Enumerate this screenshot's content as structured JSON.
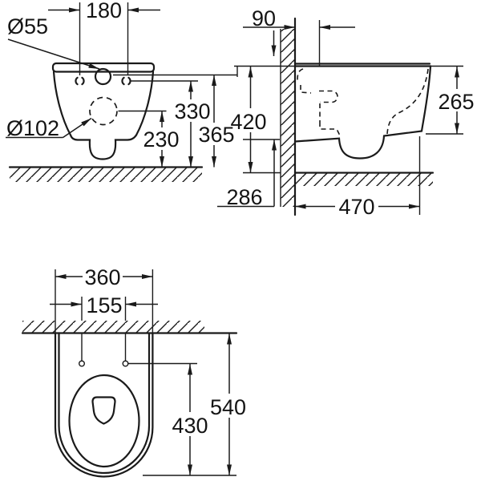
{
  "figure": {
    "kind": "technical dimension drawing",
    "subject": "wall-hung WC (three orthographic views)",
    "background_color": "#ffffff",
    "line_color": "#1a1a1a"
  },
  "front_view": {
    "hole_spacing": "180",
    "top_hole_diameter": "Ø55",
    "outlet_diameter": "Ø102",
    "holes_height": "330",
    "outlet_height": "230",
    "overall_height": "365"
  },
  "side_view": {
    "wall_offset": "90",
    "install_height": "420",
    "body_height": "265",
    "underside_height": "286",
    "depth": "470"
  },
  "top_view": {
    "bowl_width": "360",
    "fixing_hole_spacing": "155",
    "overall_depth": "540",
    "holes_depth": "430"
  }
}
